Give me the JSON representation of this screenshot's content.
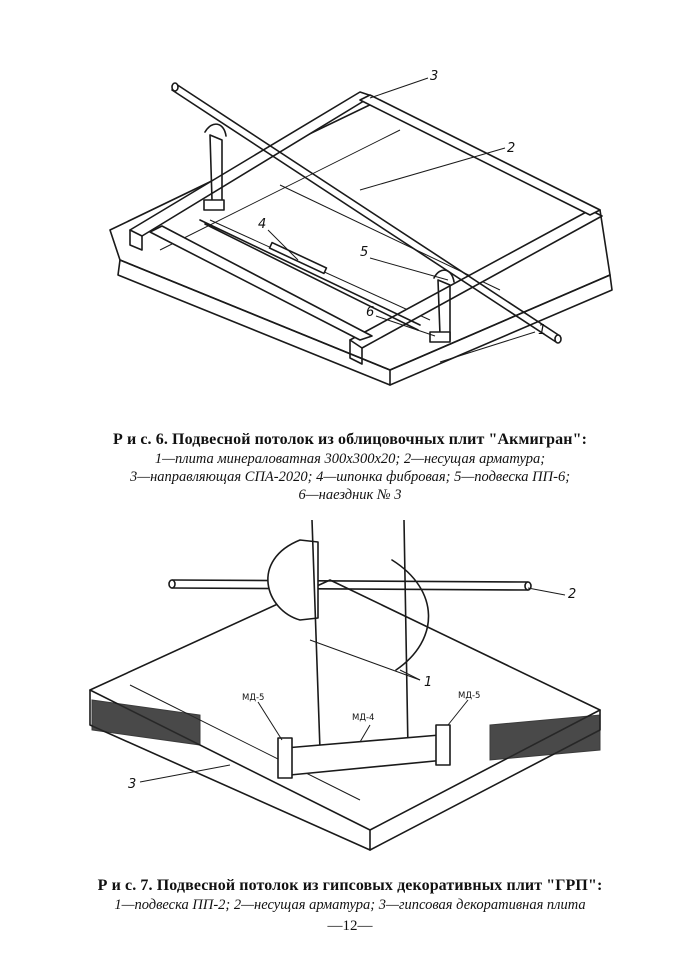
{
  "figure6": {
    "labels": [
      "1",
      "2",
      "3",
      "4",
      "5",
      "6"
    ],
    "caption_title": "Р и с. 6. Подвесной потолок из облицовочных плит \"Акмигран\":",
    "caption_lines": [
      "1—плита минераловатная 300x300x20;  2—несущая арматура;",
      "3—направляющая СПА-2020; 4—шпонка фибровая; 5—подвеска ПП-6;",
      "6—наездник № 3"
    ]
  },
  "figure7": {
    "labels": [
      "1",
      "2",
      "3"
    ],
    "part_labels": [
      "МД-5",
      "МД-4",
      "МД-5"
    ],
    "caption_title": "Р и с. 7. Подвесной потолок из гипсовых декоративных плит \"ГРП\":",
    "caption_lines": [
      "1—подвеска ПП-2; 2—несущая арматура; 3—гипсовая декоративная плита"
    ]
  },
  "page_number": "—12—"
}
